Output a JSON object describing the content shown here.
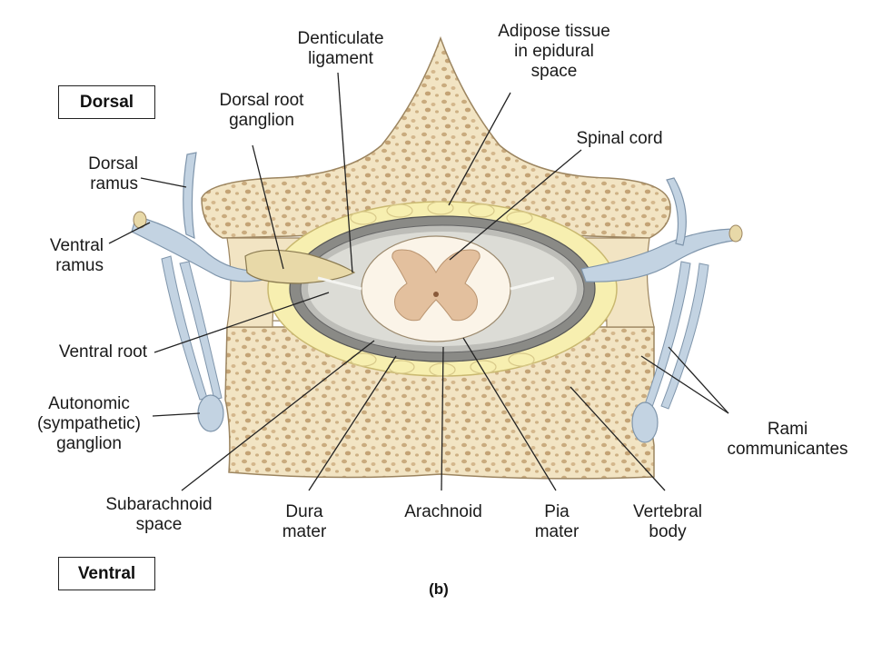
{
  "orientation": {
    "dorsal": "Dorsal",
    "ventral": "Ventral"
  },
  "caption": "(b)",
  "labels": {
    "denticulate_ligament": "Denticulate\nligament",
    "adipose_tissue": "Adipose tissue\nin epidural\nspace",
    "dorsal_root_ganglion": "Dorsal root\nganglion",
    "spinal_cord": "Spinal cord",
    "dorsal_ramus": "Dorsal\nramus",
    "ventral_ramus": "Ventral\nramus",
    "ventral_root": "Ventral root",
    "autonomic_ganglion": "Autonomic\n(sympathetic)\nganglion",
    "subarachnoid_space": "Subarachnoid\nspace",
    "dura_mater": "Dura\nmater",
    "arachnoid": "Arachnoid",
    "pia_mater": "Pia\nmater",
    "vertebral_body": "Vertebral\nbody",
    "rami_communicantes": "Rami\ncommunicantes"
  },
  "colors": {
    "bone": "#f2e4c3",
    "bone_spot": "#c9ab7e",
    "nerve": "#c3d3e2",
    "dura": "#8a8a86",
    "fat": "#f7efb0",
    "cord": "#fbf4e8",
    "gray_matter": "#e3c09e"
  }
}
